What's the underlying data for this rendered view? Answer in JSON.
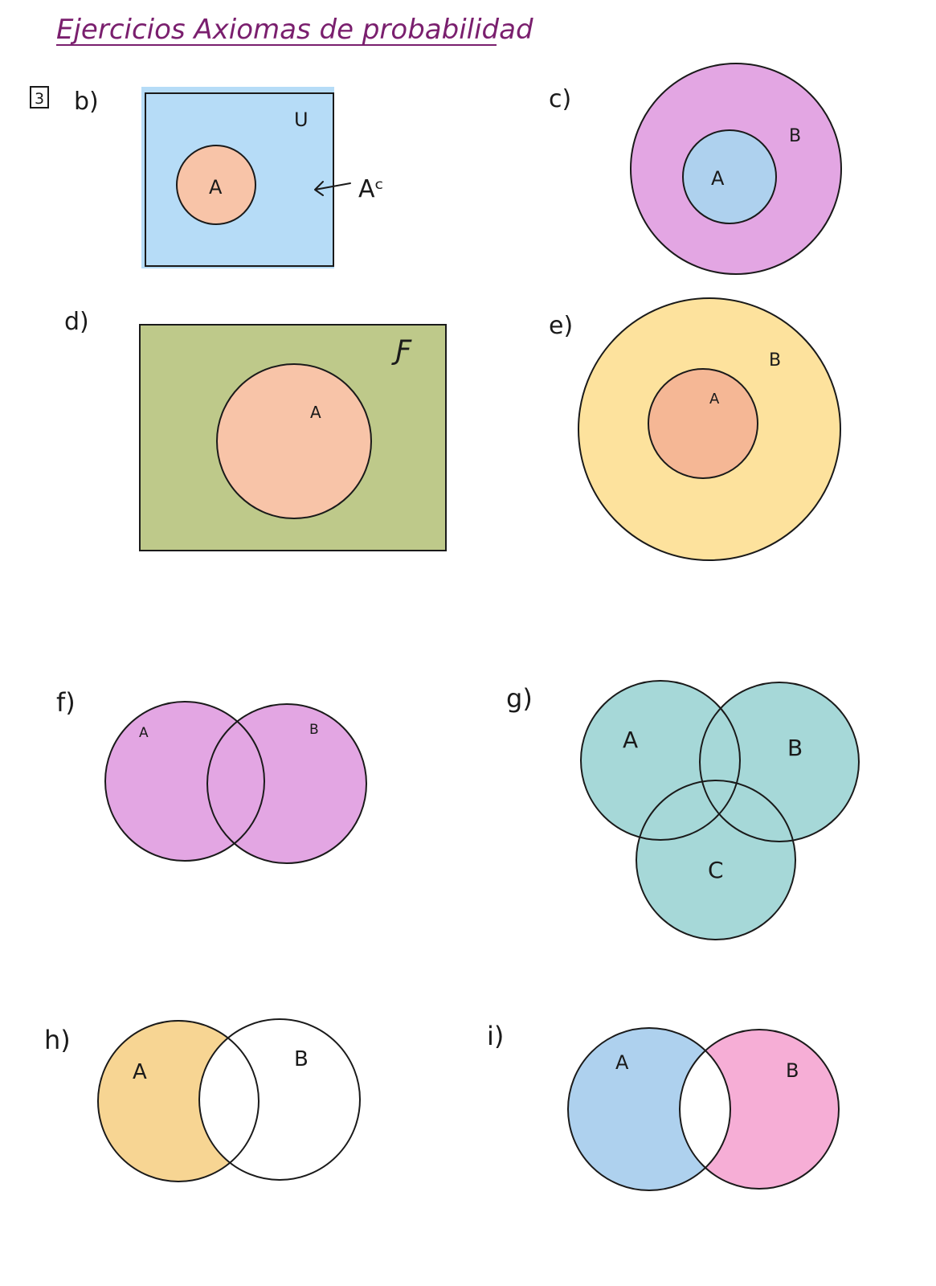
{
  "title": "Ejercicios Axiomas de probabilidad",
  "exercise_number": "3",
  "colors": {
    "title": "#7a1f6e",
    "blue": "#b6dcf7",
    "peach": "#f8c4a8",
    "pink_purple": "#e3a6e3",
    "light_blue": "#aed1ee",
    "olive": "#bec98a",
    "yellow": "#fde29d",
    "orange": "#f5b795",
    "teal": "#a6d8d8",
    "mustard": "#f7d593",
    "pink": "#f6aed6"
  },
  "panels": {
    "b": {
      "label": "b)",
      "universe": "U",
      "set_a": "A",
      "complement_label": "Aᶜ"
    },
    "c": {
      "label": "c)",
      "set_a": "A",
      "set_b": "B"
    },
    "d": {
      "label": "d)",
      "universe": "Ƒ",
      "set_a": "A"
    },
    "e": {
      "label": "e)",
      "set_a": "A",
      "set_b": "B"
    },
    "f": {
      "label": "f)",
      "set_a": "A",
      "set_b": "B"
    },
    "g": {
      "label": "g)",
      "set_a": "A",
      "set_b": "B",
      "set_c": "C"
    },
    "h": {
      "label": "h)",
      "set_a": "A",
      "set_b": "B"
    },
    "i": {
      "label": "i)",
      "set_a": "A",
      "set_b": "B"
    }
  }
}
